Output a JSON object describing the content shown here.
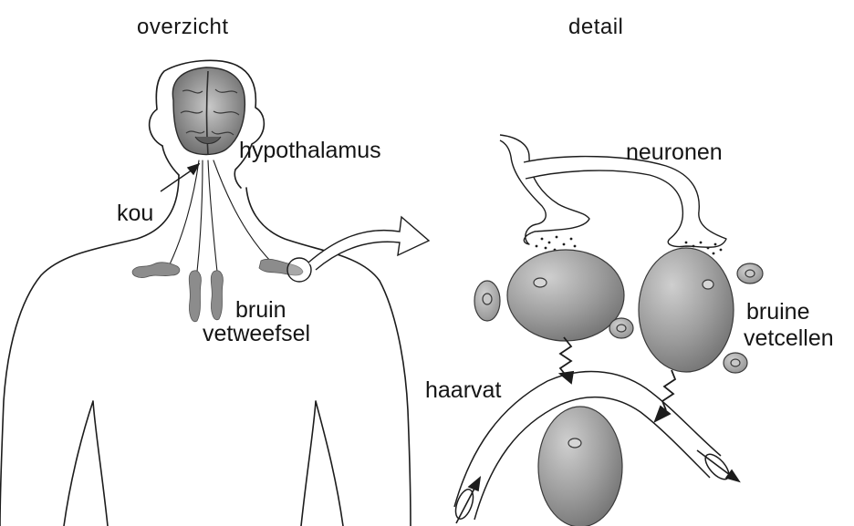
{
  "headings": {
    "left": "overzicht",
    "right": "detail"
  },
  "labels": {
    "hypothalamus": "hypothalamus",
    "kou": "kou",
    "bruin": "bruin",
    "vetweefsel": "vetweefsel",
    "neuronen": "neuronen",
    "bruine": "bruine",
    "vetcellen": "vetcellen",
    "haarvat": "haarvat"
  },
  "colors": {
    "outline": "#1c1c1c",
    "tissue": "#8c8c8c",
    "cell_fill": "#9a9a9a",
    "cell_highlight": "#c8c8c8",
    "nucleus": "#d6d6d6",
    "brain": "#8a8a8a"
  }
}
